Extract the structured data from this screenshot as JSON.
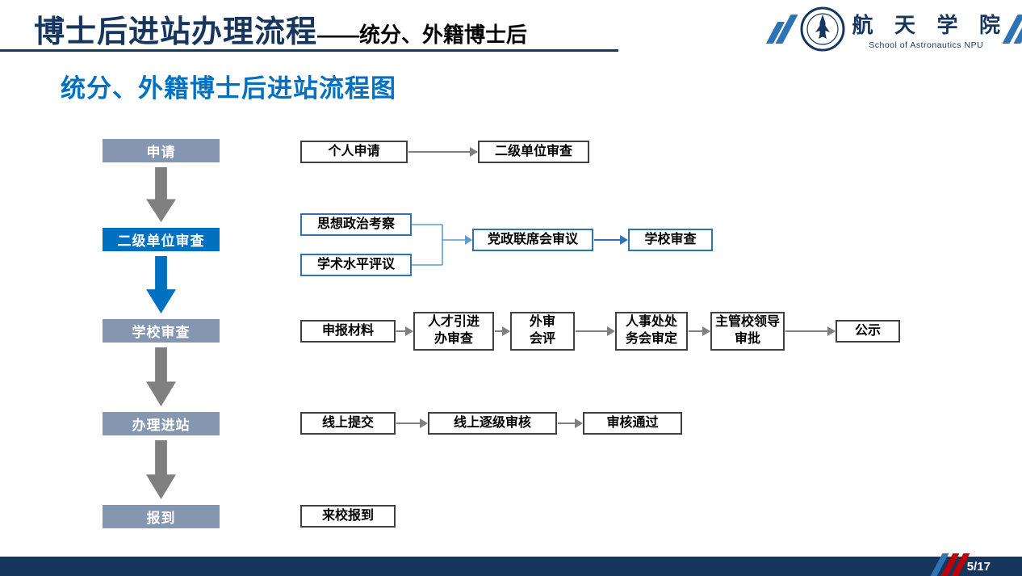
{
  "header": {
    "title": "博士后进站办理流程",
    "title_suffix": "——统分、外籍博士后",
    "school_name": "航 天 学 院",
    "school_name_en": "School of Astronautics NPU"
  },
  "section_title": "统分、外籍博士后进站流程图",
  "flowchart": {
    "stages": [
      {
        "label": "申请",
        "highlight": false
      },
      {
        "label": "二级单位审查",
        "highlight": true
      },
      {
        "label": "学校审查",
        "highlight": false
      },
      {
        "label": "办理进站",
        "highlight": false
      },
      {
        "label": "报到",
        "highlight": false
      }
    ],
    "row_apply": {
      "steps": [
        "个人申请",
        "二级单位审查"
      ]
    },
    "row_unit_review": {
      "inputs": [
        "思想政治考察",
        "学术水平评议"
      ],
      "steps": [
        "党政联席会审议",
        "学校审查"
      ]
    },
    "row_school_review": {
      "steps": [
        "申报材料",
        "人才引进\n办审查",
        "外审\n会评",
        "人事处处\n务会审定",
        "主管校领导\n审批",
        "公示"
      ]
    },
    "row_station_entry": {
      "steps": [
        "线上提交",
        "线上逐级审核",
        "审核通过"
      ]
    },
    "row_report": {
      "steps": [
        "来校报到"
      ]
    }
  },
  "footer": {
    "page_number": "5/17"
  },
  "colors": {
    "title_navy": "#17365D",
    "section_blue": "#0070C0",
    "stage_gray_blue": "#8496B0",
    "stage_highlight_blue": "#0070C0",
    "arrow_gray": "#7F7F7F",
    "blue_border": "#2E74B5",
    "connector_blue": "#5B9BD5",
    "footer_navy": "#17365D",
    "slash_red": "#C00000"
  },
  "icons": {
    "school_logo": "rocket-emblem",
    "header_decoration": "double-slash",
    "footer_decoration": "double-slash",
    "stage_connector": "down-arrow",
    "flow_connector": "right-arrow"
  }
}
